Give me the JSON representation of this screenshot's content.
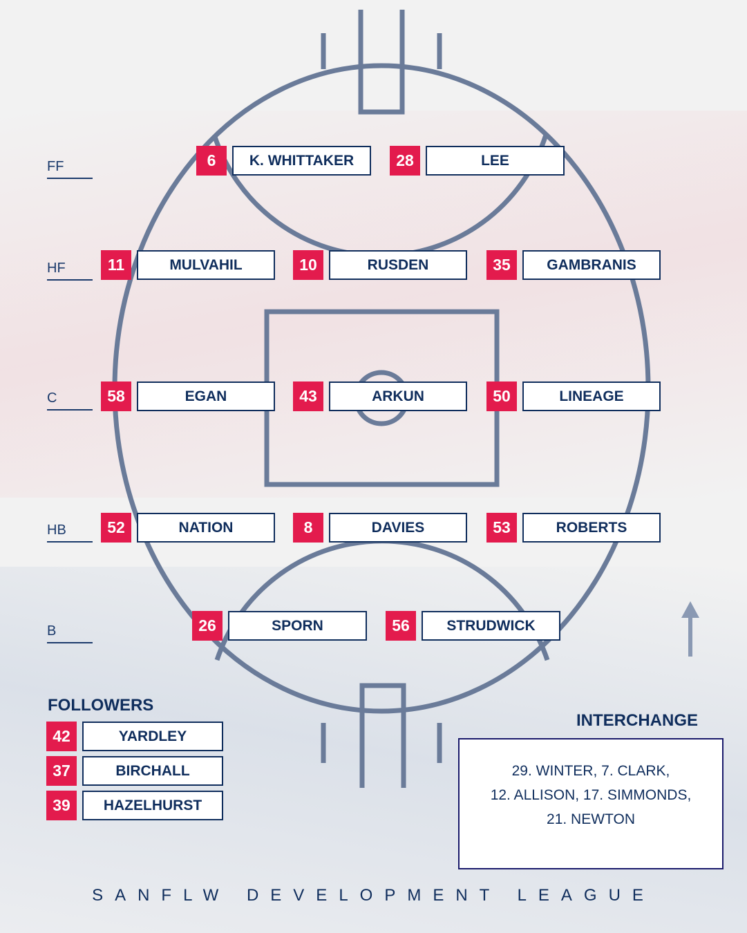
{
  "lines": {
    "ff": "FF",
    "hf": "HF",
    "c": "C",
    "hb": "HB",
    "b": "B"
  },
  "players": {
    "ff": [
      {
        "num": "6",
        "name": "K. WHITTAKER"
      },
      {
        "num": "28",
        "name": "LEE"
      }
    ],
    "hf": [
      {
        "num": "11",
        "name": "MULVAHIL"
      },
      {
        "num": "10",
        "name": "RUSDEN"
      },
      {
        "num": "35",
        "name": "GAMBRANIS"
      }
    ],
    "c": [
      {
        "num": "58",
        "name": "EGAN"
      },
      {
        "num": "43",
        "name": "ARKUN"
      },
      {
        "num": "50",
        "name": "LINEAGE"
      }
    ],
    "hb": [
      {
        "num": "52",
        "name": "NATION"
      },
      {
        "num": "8",
        "name": "DAVIES"
      },
      {
        "num": "53",
        "name": "ROBERTS"
      }
    ],
    "b": [
      {
        "num": "26",
        "name": "SPORN"
      },
      {
        "num": "56",
        "name": "STRUDWICK"
      }
    ]
  },
  "followers": {
    "title": "FOLLOWERS",
    "items": [
      {
        "num": "42",
        "name": "YARDLEY"
      },
      {
        "num": "37",
        "name": "BIRCHALL"
      },
      {
        "num": "39",
        "name": "HAZELHURST"
      }
    ]
  },
  "interchange": {
    "title": "INTERCHANGE",
    "lines": [
      "29. WINTER, 7. CLARK,",
      "12. ALLISON, 17. SIMMONDS,",
      "21. NEWTON"
    ]
  },
  "footer": "SANFLW DEVELOPMENT LEAGUE",
  "colors": {
    "badge": "#e31b4d",
    "navy": "#0f2d5c",
    "field": "#6a7b99"
  }
}
